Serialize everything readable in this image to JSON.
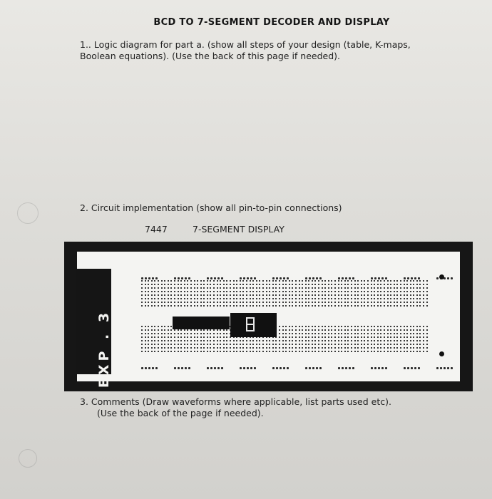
{
  "worksheet": {
    "title": "BCD TO 7-SEGMENT DECODER AND DISPLAY",
    "q1_line1": "1.. Logic diagram for part a.  (show all steps of your design  (table, K-maps,",
    "q1_line2": "Boolean equations).  (Use the back of this page if needed).",
    "q2": "2.  Circuit implementation  (show all pin-to-pin connections)",
    "label_chip": "7447",
    "label_display": "7-SEGMENT DISPLAY",
    "q3_line1": "3.  Comments (Draw waveforms where applicable, list parts used etc).",
    "q3_line2": "(Use the back of the page if needed).",
    "figure_label": "EXP . 3"
  }
}
